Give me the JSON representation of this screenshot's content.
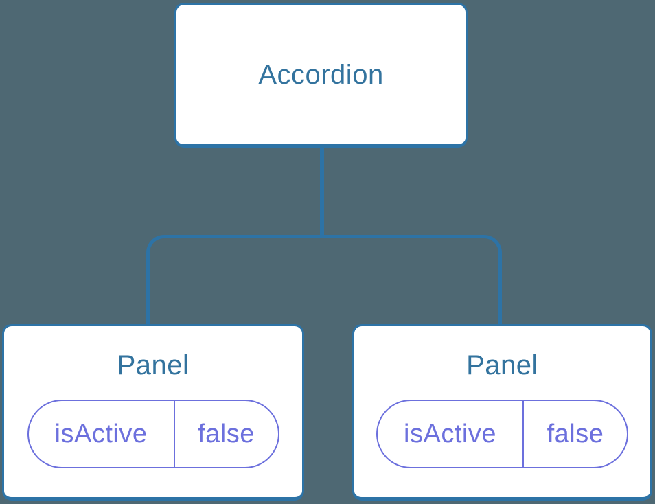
{
  "diagram": {
    "type": "component-tree",
    "root": {
      "label": "Accordion"
    },
    "children": [
      {
        "label": "Panel",
        "state": {
          "key": "isActive",
          "value": "false"
        }
      },
      {
        "label": "Panel",
        "state": {
          "key": "isActive",
          "value": "false"
        }
      }
    ],
    "colors": {
      "background": "#4e6873",
      "connector": "#2d73a6",
      "node_border": "#2d73a6",
      "node_background": "#ffffff",
      "node_text": "#33739e",
      "state_accent": "#6c70dd"
    }
  }
}
